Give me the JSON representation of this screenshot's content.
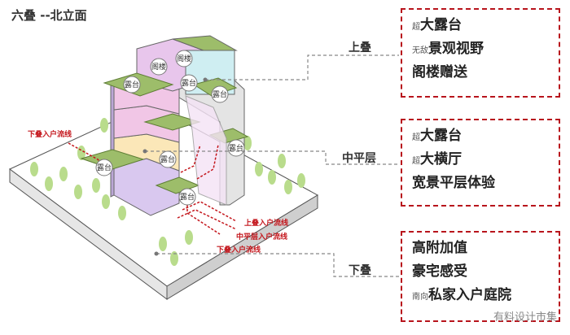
{
  "title": "六叠 --北立面",
  "levels": {
    "upper": "上叠",
    "middle": "中平层",
    "lower": "下叠"
  },
  "boxes": {
    "upper": [
      {
        "prefix": "超",
        "text": "大露台"
      },
      {
        "prefix": "无敌",
        "text": "景观视野"
      },
      {
        "prefix": "",
        "text": "阁楼赠送"
      }
    ],
    "middle": [
      {
        "prefix": "超",
        "text": "大露台"
      },
      {
        "prefix": "超",
        "text": "大横厅"
      },
      {
        "prefix": "",
        "text": "宽景平层体验"
      }
    ],
    "lower": [
      {
        "prefix": "",
        "text": "高附加值"
      },
      {
        "prefix": "",
        "text": "豪宅感受"
      },
      {
        "prefix": "南向",
        "text": "私家入户庭院"
      }
    ]
  },
  "flow_labels": {
    "upper_entry": "上叠入户流线",
    "middle_entry": "中平层入户流线",
    "lower_entry_bottom": "下叠入户流线",
    "lower_entry_left": "下叠入户流线"
  },
  "room_labels": {
    "loft": "阁楼",
    "terrace": "露台"
  },
  "watermark": "有料设计市集",
  "colors": {
    "box_border": "#b8141c",
    "flow_red": "#c4161c",
    "floor_pink": "#f1c6e6",
    "floor_yellow": "#fbe7b8",
    "floor_purple": "#d9c8ef",
    "roof_green": "#9dbd6a",
    "glass_cyan": "#cfeef2"
  }
}
